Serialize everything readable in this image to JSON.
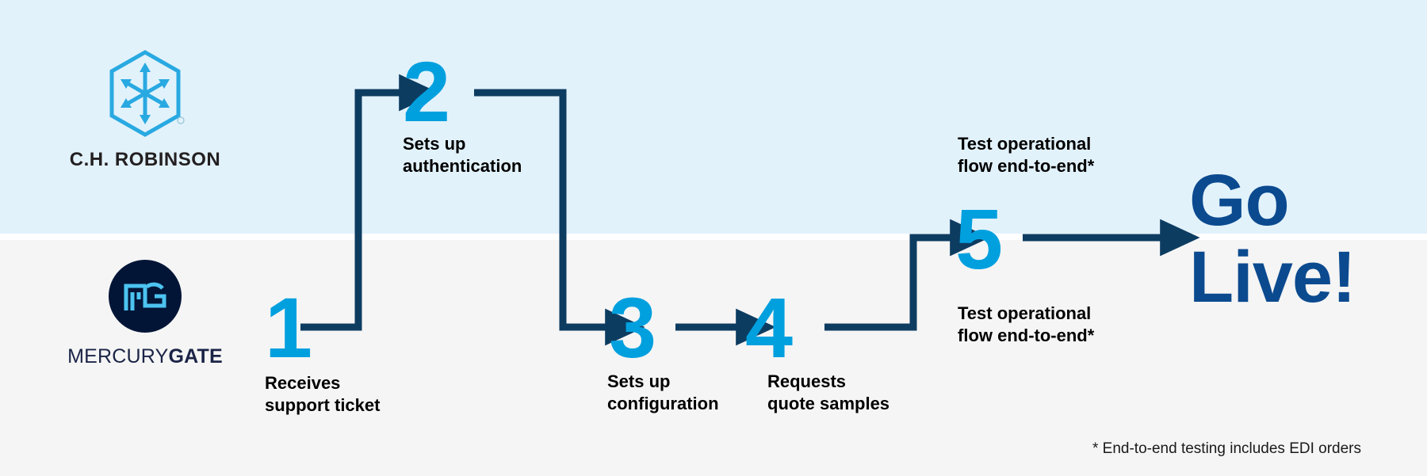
{
  "colors": {
    "band_top": "#e2f2fb",
    "band_bottom": "#f5f5f5",
    "accent_blue": "#00a0df",
    "navy": "#0d3c61",
    "golive_blue": "#0b4a8f",
    "mg_circle": "#021537",
    "mg_mark": "#4cc3f0",
    "text_black": "#000000"
  },
  "lanes": {
    "top_label": "C.H. Robinson",
    "bottom_label": "MercuryGate"
  },
  "logos": {
    "chrobinson": {
      "name": "C.H. Robinson",
      "wordmark": "C.H. ROBINSON",
      "mark_icon": "hexagon-cube-arrows-icon",
      "registered_mark": "®"
    },
    "mercurygate": {
      "name": "MercuryGate",
      "wordmark_light": "MERCURY",
      "wordmark_bold": "GATE",
      "mark_icon": "mg-monogram-icon"
    }
  },
  "steps": [
    {
      "number": "1",
      "caption": "Receives\nsupport ticket",
      "lane": "bottom"
    },
    {
      "number": "2",
      "caption": "Sets up\nauthentication",
      "lane": "top"
    },
    {
      "number": "3",
      "caption": "Sets up\nconfiguration",
      "lane": "bottom"
    },
    {
      "number": "4",
      "caption": "Requests\nquote samples",
      "lane": "bottom"
    },
    {
      "number": "5",
      "caption_top": "Test operational\nflow end-to-end*",
      "caption_bottom": "Test operational\nflow end-to-end*",
      "lane": "both"
    }
  ],
  "outcome": {
    "text": "Go\nLive!"
  },
  "footnote": {
    "text": "* End-to-end testing includes EDI orders"
  },
  "connectors": [
    {
      "from": "1",
      "to": "2",
      "shape": "right-up-right-arrow"
    },
    {
      "from": "2",
      "to": "3",
      "shape": "right-down-right-arrow"
    },
    {
      "from": "3",
      "to": "4",
      "shape": "right-arrow"
    },
    {
      "from": "4",
      "to": "5",
      "shape": "right-up-right-arrow"
    },
    {
      "from": "5",
      "to": "golive",
      "shape": "right-arrow"
    }
  ]
}
